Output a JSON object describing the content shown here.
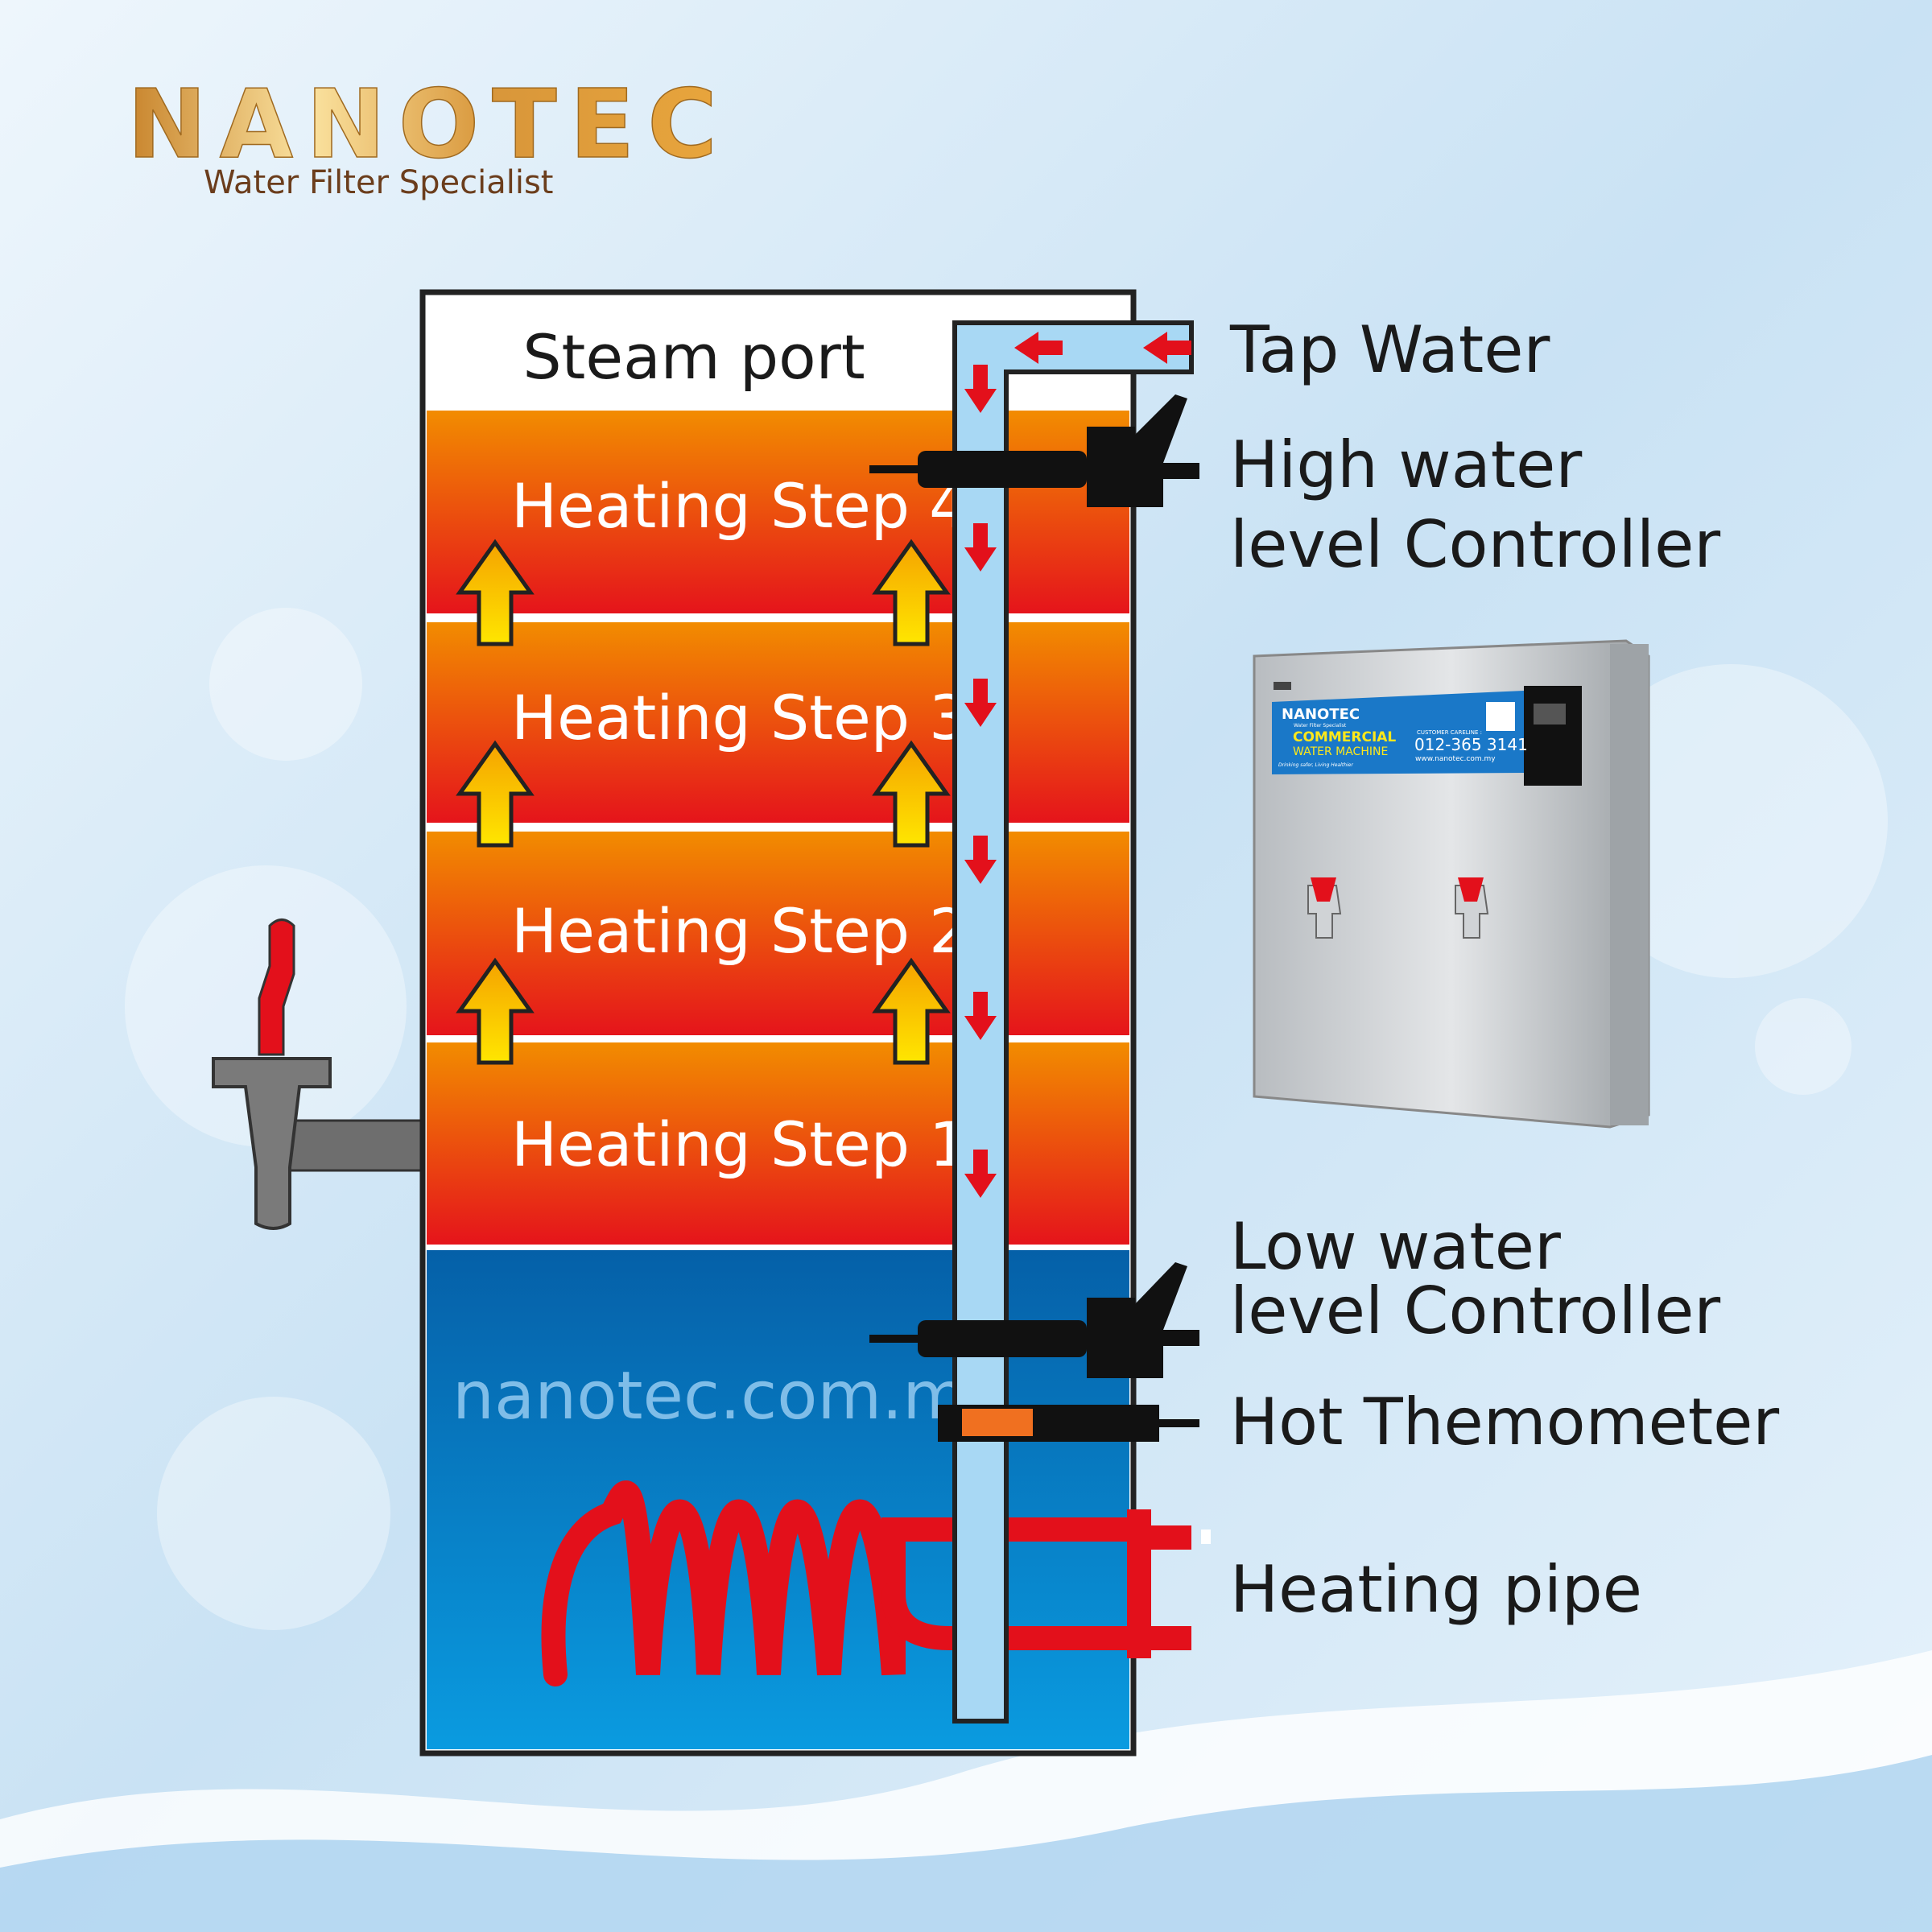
{
  "logo": {
    "brand": "NANOTEC",
    "tagline": "Water Filter Specialist"
  },
  "tank": {
    "steam_port": "Steam port",
    "steps": [
      "Heating Step 4",
      "Heating Step 3",
      "Heating Step 2",
      "Heating Step 1"
    ],
    "watermark": "nanotec.com.my"
  },
  "labels": {
    "tap_water": "Tap Water",
    "high_1": "High water",
    "high_2": "level Controller",
    "low_1": "Low water",
    "low_2": "level Controller",
    "thermometer": "Hot Themometer",
    "heating_pipe": "Heating pipe"
  },
  "machine": {
    "brand": "NANOTEC",
    "tagline": "Water Filter Specialist",
    "line1": "COMMERCIAL",
    "line2": "WATER MACHINE",
    "slogan": "Drinking safer, Living Healthier",
    "careline": "CUSTOMER CARELINE :",
    "phone": "012-365 3141",
    "web": "www.nanotec.com.my"
  },
  "colors": {
    "orange": "#f08a00",
    "red": "#e3101b",
    "blue": "#0a6db5",
    "gold": "#d89a3a"
  }
}
